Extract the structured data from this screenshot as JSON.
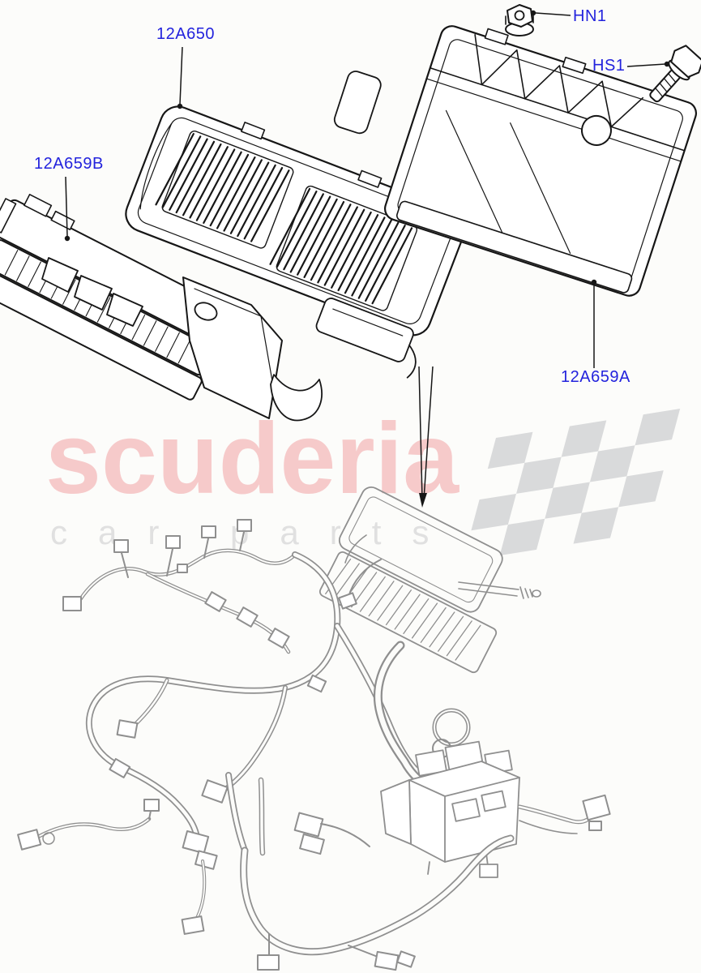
{
  "page": {
    "background_color": "#fcfcfa",
    "description": "Engine modules and sensors parts diagram"
  },
  "callouts": [
    {
      "code": "12A650"
    },
    {
      "code": "12A659B"
    },
    {
      "code": "HN1"
    },
    {
      "code": "HS1"
    },
    {
      "code": "12A659A"
    }
  ],
  "watermark": {
    "brand_text": "scuderia",
    "tagline_text": "car parts",
    "brand_color": "#f6caca",
    "tagline_color": "#e0e0e0",
    "flag_color": "#d9dadb"
  },
  "colors": {
    "callout_blue": "#2323dd",
    "part_line_black": "#161616",
    "harness_line_gray": "#8f8f8f",
    "background": "#fcfcfa"
  }
}
